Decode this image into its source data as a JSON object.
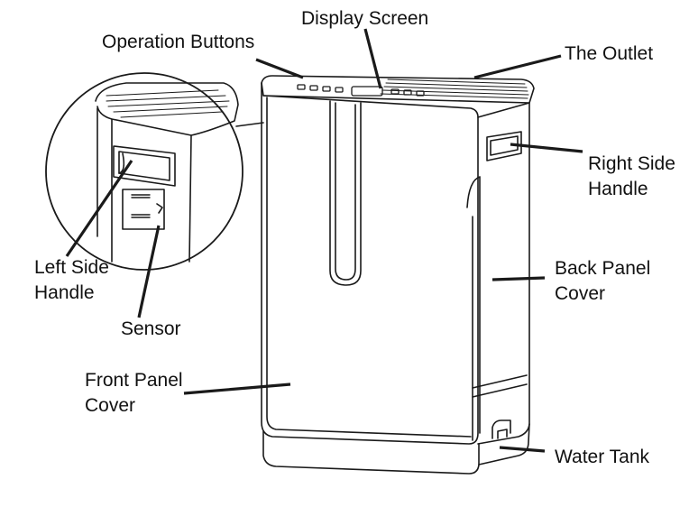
{
  "labels": {
    "display_screen": "Display Screen",
    "operation_buttons": "Operation Buttons",
    "the_outlet": "The Outlet",
    "right_side_handle": [
      "Right Side",
      "Handle"
    ],
    "left_side_handle": [
      "Left Side",
      "Handle"
    ],
    "back_panel_cover": [
      "Back Panel",
      "Cover"
    ],
    "sensor": "Sensor",
    "front_panel_cover": [
      "Front Panel",
      "Cover"
    ],
    "water_tank": "Water Tank"
  },
  "colors": {
    "line": "#1a1a1a",
    "background": "#ffffff"
  }
}
